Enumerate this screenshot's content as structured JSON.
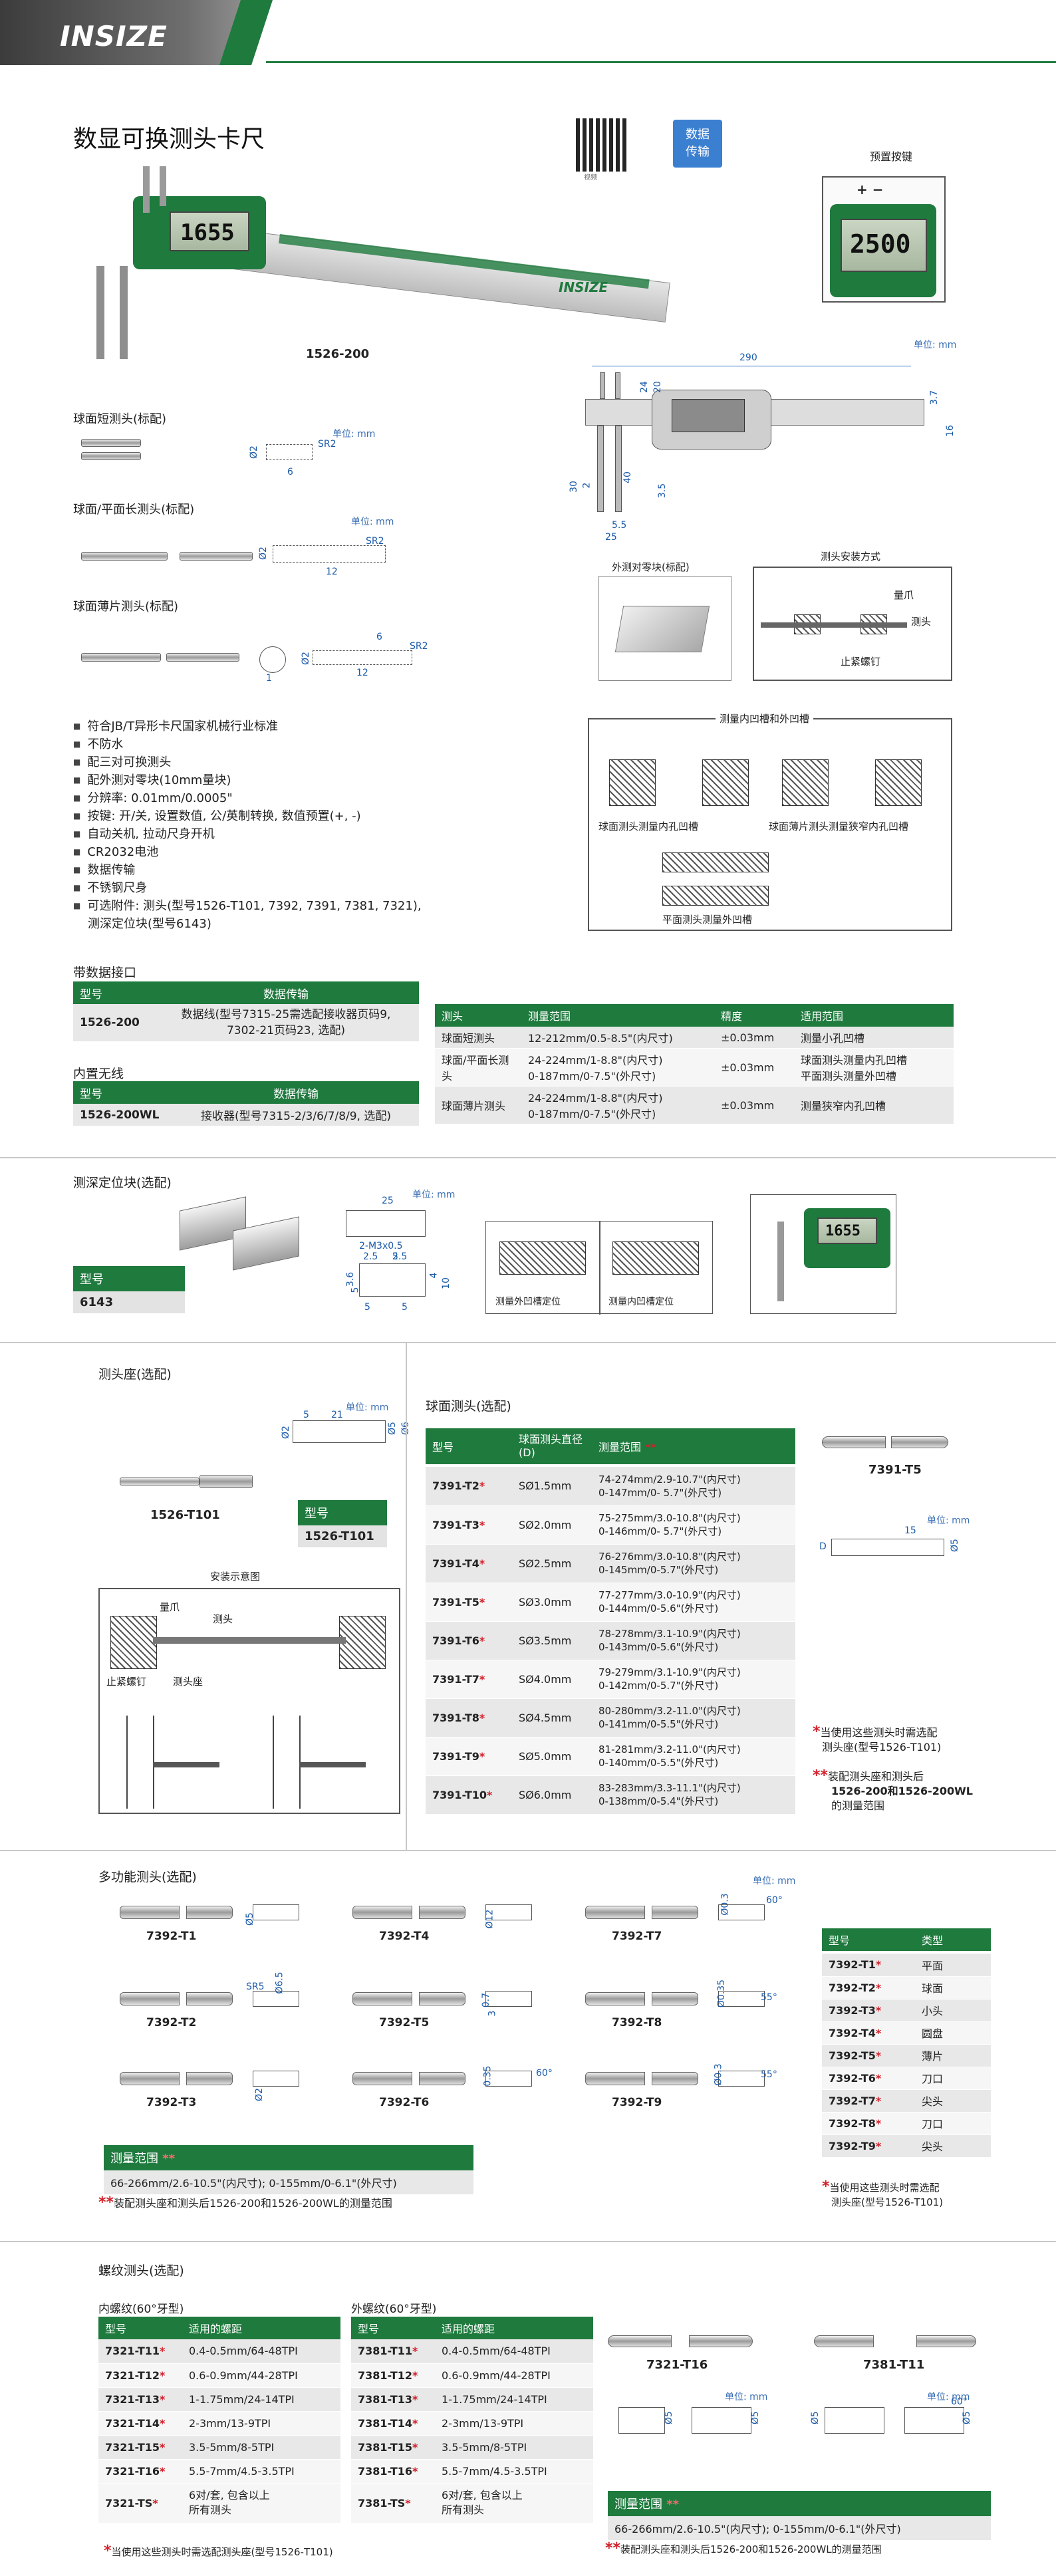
{
  "header": {
    "logo": "INSIZE"
  },
  "product": {
    "title": "数显可换测头卡尺",
    "model_main": "1526-200",
    "qr_label": "视频",
    "data_badge": [
      "数据",
      "传输"
    ],
    "preset_key": "预置按键",
    "lcd_main": "1655",
    "lcd_zoom": "2500",
    "unit_mm": "单位: mm"
  },
  "dims": {
    "overall": "290",
    "d20": "20",
    "d24": "24",
    "d16": "16",
    "d3_7": "3.7",
    "d30": "30",
    "d2": "2",
    "d40": "40",
    "d3_5": "3.5",
    "d5_5": "5.5",
    "d25": "25"
  },
  "probes_std": [
    {
      "label": "球面短测头(标配)",
      "dims": [
        "Ø2",
        "SR2",
        "6"
      ]
    },
    {
      "label": "球面/平面长测头(标配)",
      "dims": [
        "Ø2",
        "SR2",
        "12"
      ]
    },
    {
      "label": "球面薄片测头(标配)",
      "dims": [
        "1",
        "Ø2",
        "6",
        "SR2",
        "12"
      ]
    }
  ],
  "diagrams": {
    "zero_block": "外测对零块(标配)",
    "install": "测头安装方式",
    "install_labels": [
      "量爪",
      "测头",
      "止紧螺钉"
    ],
    "groove_title": "测量内凹槽和外凹槽",
    "groove_a": "球面测头测量内孔凹槽",
    "groove_b": "球面薄片测头测量狭窄内孔凹槽",
    "groove_c": "平面测头测量外凹槽"
  },
  "features": [
    "符合JB/T异形卡尺国家机械行业标准",
    "不防水",
    "配三对可换测头",
    "配外测对零块(10mm量块)",
    "分辨率: 0.01mm/0.0005\"",
    "按键: 开/关, 设置数值, 公/英制转换, 数值预置(+, -)",
    "自动关机, 拉动尺身开机",
    "CR2032电池",
    "数据传输",
    "不锈钢尺身",
    "可选附件: 测头(型号1526-T101, 7392, 7391, 7381, 7321),",
    "测深定位块(型号6143)"
  ],
  "interface": {
    "title": "带数据接口",
    "head": [
      "型号",
      "数据传输"
    ],
    "model": "1526-200",
    "desc1": "数据线(型号7315-25需选配接收器页码9,",
    "desc2": "7302-21页码23, 选配)"
  },
  "wireless": {
    "title": "内置无线",
    "head": [
      "型号",
      "数据传输"
    ],
    "model": "1526-200WL",
    "desc": "接收器(型号7315-2/3/6/7/8/9, 选配)"
  },
  "probe_table": {
    "head": [
      "测头",
      "测量范围",
      "精度",
      "适用范围"
    ],
    "rows": [
      {
        "probe": "球面短测头",
        "range1": "12-212mm/0.5-8.5\"(内尺寸)",
        "range2": "",
        "acc": "±0.03mm",
        "use1": "测量小孔凹槽",
        "use2": ""
      },
      {
        "probe": "球面/平面长测头",
        "range1": "24-224mm/1-8.8\"(内尺寸)",
        "range2": "0-187mm/0-7.5\"(外尺寸)",
        "acc": "±0.03mm",
        "use1": "球面测头测量内孔凹槽",
        "use2": "平面测头测量外凹槽"
      },
      {
        "probe": "球面薄片测头",
        "range1": "24-224mm/1-8.8\"(内尺寸)",
        "range2": "0-187mm/0-7.5\"(外尺寸)",
        "acc": "±0.03mm",
        "use1": "测量狭窄内孔凹槽",
        "use2": ""
      }
    ]
  },
  "depth_block": {
    "title": "测深定位块(选配)",
    "model_head": "型号",
    "model": "6143",
    "dims": [
      "25",
      "2-M3x0.5",
      "2.5",
      "5",
      "3.6",
      "5",
      "4",
      "10",
      "5",
      "2.5",
      "5"
    ],
    "cap1": "测量外凹槽定位",
    "cap2": "测量内凹槽定位"
  },
  "holder": {
    "title": "测头座(选配)",
    "model": "1526-T101",
    "model_head": "型号",
    "model_val": "1526-T101",
    "dims": [
      "Ø2",
      "5",
      "21",
      "Ø5",
      "Ø6"
    ],
    "install_title": "安装示意图",
    "labels": [
      "量爪",
      "测头",
      "止紧螺钉",
      "测头座"
    ]
  },
  "ball": {
    "title": "球面测头(选配)",
    "head": [
      "型号",
      "球面测头直径(D)",
      "测量范围"
    ],
    "rows": [
      {
        "model": "7391-T2",
        "d": "SØ1.5mm",
        "r1": "74-274mm/2.9-10.7\"(内尺寸)",
        "r2": "0-147mm/0- 5.7\"(外尺寸)"
      },
      {
        "model": "7391-T3",
        "d": "SØ2.0mm",
        "r1": "75-275mm/3.0-10.8\"(内尺寸)",
        "r2": "0-146mm/0- 5.7\"(外尺寸)"
      },
      {
        "model": "7391-T4",
        "d": "SØ2.5mm",
        "r1": "76-276mm/3.0-10.8\"(内尺寸)",
        "r2": "0-145mm/0-5.7\"(外尺寸)"
      },
      {
        "model": "7391-T5",
        "d": "SØ3.0mm",
        "r1": "77-277mm/3.0-10.9\"(内尺寸)",
        "r2": "0-144mm/0-5.6\"(外尺寸)"
      },
      {
        "model": "7391-T6",
        "d": "SØ3.5mm",
        "r1": "78-278mm/3.1-10.9\"(内尺寸)",
        "r2": "0-143mm/0-5.6\"(外尺寸)"
      },
      {
        "model": "7391-T7",
        "d": "SØ4.0mm",
        "r1": "79-279mm/3.1-10.9\"(内尺寸)",
        "r2": "0-142mm/0-5.7\"(外尺寸)"
      },
      {
        "model": "7391-T8",
        "d": "SØ4.5mm",
        "r1": "80-280mm/3.2-11.0\"(内尺寸)",
        "r2": "0-141mm/0-5.5\"(外尺寸)"
      },
      {
        "model": "7391-T9",
        "d": "SØ5.0mm",
        "r1": "81-281mm/3.2-11.0\"(内尺寸)",
        "r2": "0-140mm/0-5.5\"(外尺寸)"
      },
      {
        "model": "7391-T10",
        "d": "SØ6.0mm",
        "r1": "83-283mm/3.3-11.1\"(内尺寸)",
        "r2": "0-138mm/0-5.4\"(外尺寸)"
      }
    ],
    "t5": "7391-T5",
    "t5dims": [
      "15",
      "Ø5",
      "D"
    ],
    "note1a": "当使用这些测头时需选配",
    "note1b": "测头座(型号1526-T101)",
    "note2a": "装配测头座和测头后",
    "note2b": "1526-200和1526-200WL",
    "note2c": "的测量范围"
  },
  "multi": {
    "title": "多功能测头(选配)",
    "items": [
      "7392-T1",
      "7392-T4",
      "7392-T7",
      "7392-T2",
      "7392-T5",
      "7392-T8",
      "7392-T3",
      "7392-T6",
      "7392-T9"
    ],
    "dims": [
      "Ø5",
      "Ø12",
      "Ø0.3",
      "60°",
      "SR5",
      "Ø6.5",
      "0.7",
      "3",
      "Ø0.35",
      "55°",
      "0.35",
      "60°",
      "Ø2",
      "Ø0.3",
      "55°"
    ],
    "range_head": "测量范围",
    "range_val": "66-266mm/2.6-10.5\"(内尺寸); 0-155mm/0-6.1\"(外尺寸)",
    "note": "装配测头座和测头后1526-200和1526-200WL的测量范围",
    "type_head": [
      "型号",
      "类型"
    ],
    "types": [
      {
        "m": "7392-T1",
        "t": "平面"
      },
      {
        "m": "7392-T2",
        "t": "球面"
      },
      {
        "m": "7392-T3",
        "t": "小头"
      },
      {
        "m": "7392-T4",
        "t": "圆盘"
      },
      {
        "m": "7392-T5",
        "t": "薄片"
      },
      {
        "m": "7392-T6",
        "t": "刀口"
      },
      {
        "m": "7392-T7",
        "t": "尖头"
      },
      {
        "m": "7392-T8",
        "t": "刀口"
      },
      {
        "m": "7392-T9",
        "t": "尖头"
      }
    ],
    "type_note1": "当使用这些测头时需选配",
    "type_note2": "测头座(型号1526-T101)"
  },
  "thread": {
    "title": "螺纹测头(选配)",
    "inner_title": "内螺纹(60°牙型)",
    "outer_title": "外螺纹(60°牙型)",
    "head": [
      "型号",
      "适用的螺距"
    ],
    "inner": [
      {
        "m": "7321-T11",
        "p": "0.4-0.5mm/64-48TPI"
      },
      {
        "m": "7321-T12",
        "p": "0.6-0.9mm/44-28TPI"
      },
      {
        "m": "7321-T13",
        "p": "1-1.75mm/24-14TPI"
      },
      {
        "m": "7321-T14",
        "p": "2-3mm/13-9TPI"
      },
      {
        "m": "7321-T15",
        "p": "3.5-5mm/8-5TPI"
      },
      {
        "m": "7321-T16",
        "p": "5.5-7mm/4.5-3.5TPI"
      }
    ],
    "inner_set": {
      "m": "7321-TS",
      "p1": "6对/套, 包含以上",
      "p2": "所有测头"
    },
    "outer": [
      {
        "m": "7381-T11",
        "p": "0.4-0.5mm/64-48TPI"
      },
      {
        "m": "7381-T12",
        "p": "0.6-0.9mm/44-28TPI"
      },
      {
        "m": "7381-T13",
        "p": "1-1.75mm/24-14TPI"
      },
      {
        "m": "7381-T14",
        "p": "2-3mm/13-9TPI"
      },
      {
        "m": "7381-T15",
        "p": "3.5-5mm/8-5TPI"
      },
      {
        "m": "7381-T16",
        "p": "5.5-7mm/4.5-3.5TPI"
      }
    ],
    "outer_set": {
      "m": "7381-TS",
      "p1": "6对/套, 包含以上",
      "p2": "所有测头"
    },
    "t16": "7321-T16",
    "t11": "7381-T11",
    "dims": [
      "Ø5",
      "Ø5",
      "Ø5",
      "Ø5",
      "60°"
    ],
    "range_head": "测量范围",
    "range_val": "66-266mm/2.6-10.5\"(内尺寸); 0-155mm/0-6.1\"(外尺寸)",
    "note_range": "装配测头座和测头后1526-200和1526-200WL的测量范围",
    "note_bottom": "当使用这些测头时需选配测头座(型号1526-T101)"
  },
  "colors": {
    "green": "#1f7a3e",
    "red": "#d3202a",
    "blue": "#3b7fd0"
  }
}
